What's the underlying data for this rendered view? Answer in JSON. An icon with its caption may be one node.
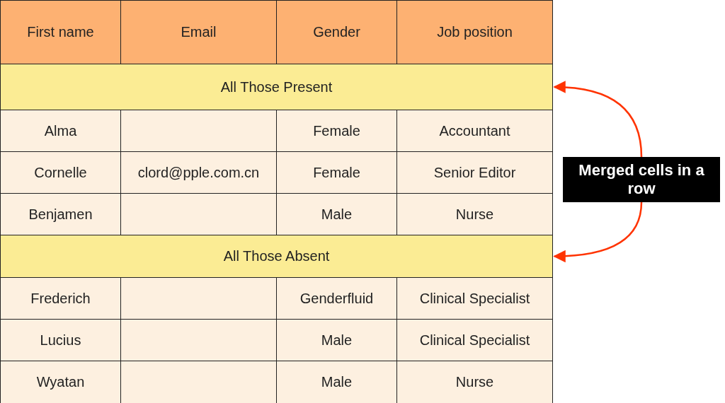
{
  "diagram": {
    "nodes": [
      {
        "text": [
          "All Those Present"
        ]
      },
      {
        "text": [
          "Merged cells in a row"
        ]
      },
      {
        "text": [
          "All Those Absent"
        ]
      }
    ],
    "edges": [
      {
        "from": 1,
        "to": 0,
        "arrow": "to"
      },
      {
        "from": 1,
        "to": 2,
        "arrow": "to"
      }
    ],
    "labels": [
      "First name",
      "Email",
      "Gender",
      "Job position",
      "Alma",
      "Female",
      "Accountant",
      "Cornelle",
      "clord@pple.com.cn",
      "Female",
      "Senior Editor",
      "Benjamen",
      "Male",
      "Nurse",
      "Frederich",
      "Genderfluid",
      "Clinical Specialist",
      "Lucius",
      "Male",
      "Clinical Specialist",
      "Wyatan",
      "Male",
      "Nurse"
    ]
  }
}
